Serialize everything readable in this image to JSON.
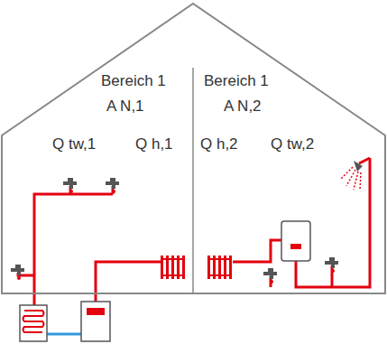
{
  "diagram": {
    "labels": [
      "Bereich 1",
      "A N,1",
      "Bereich 1",
      "A N,2",
      "Q tw,1",
      "Q h,1",
      "Q h,2",
      "Q tw,2"
    ]
  }
}
